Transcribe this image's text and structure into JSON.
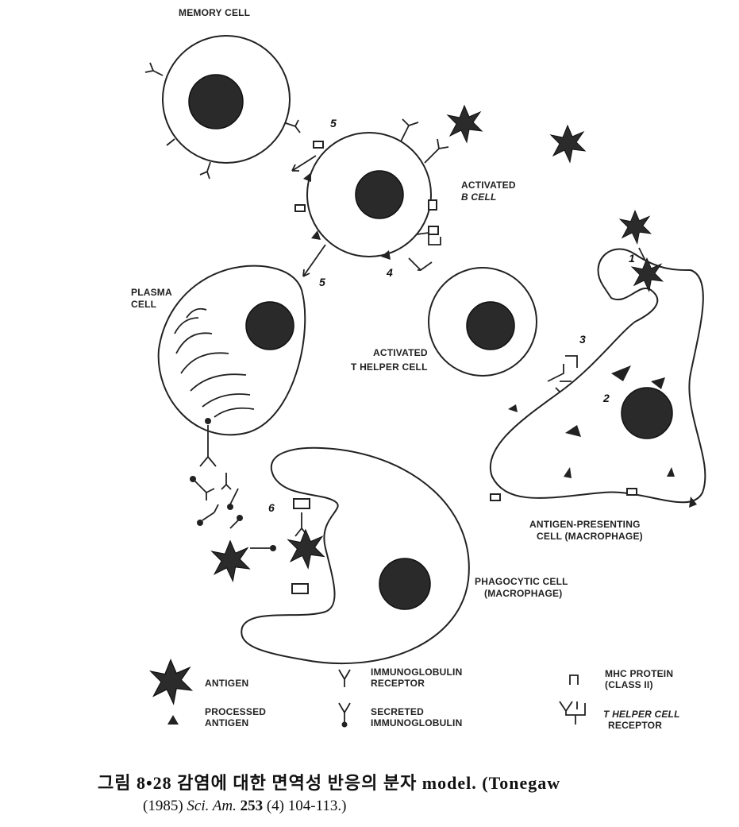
{
  "labels": {
    "memory_cell": "MEMORY CELL",
    "activated_b_1": "ACTIVATED",
    "activated_b_2": "B CELL",
    "plasma_1": "PLASMA",
    "plasma_2": "CELL",
    "activated_t_1": "ACTIVATED",
    "activated_t_2": "T HELPER CELL",
    "apc_1": "ANTIGEN-PRESENTING",
    "apc_2": "CELL (MACROPHAGE)",
    "phago_1": "PHAGOCYTIC CELL",
    "phago_2": "(MACROPHAGE)"
  },
  "steps": [
    "1",
    "2",
    "3",
    "4",
    "5",
    "5",
    "6"
  ],
  "legend": {
    "antigen": "ANTIGEN",
    "processed_1": "PROCESSED",
    "processed_2": "ANTIGEN",
    "ig_receptor_1": "IMMUNOGLOBULIN",
    "ig_receptor_2": "RECEPTOR",
    "secreted_1": "SECRETED",
    "secreted_2": "IMMUNOGLOBULIN",
    "mhc_1": "MHC PROTEIN",
    "mhc_2": "(CLASS II)",
    "thr_1": "T HELPER CELL",
    "thr_2": "RECEPTOR"
  },
  "caption": {
    "line1": "그림 8•28  감염에  대한  면역성  반응의  분자  model.  (Tonegaw",
    "line2_year": "(1985) ",
    "line2_journal": "Sci. Am.",
    "line2_vol": " 253",
    "line2_rest": " (4) 104-113.)"
  }
}
